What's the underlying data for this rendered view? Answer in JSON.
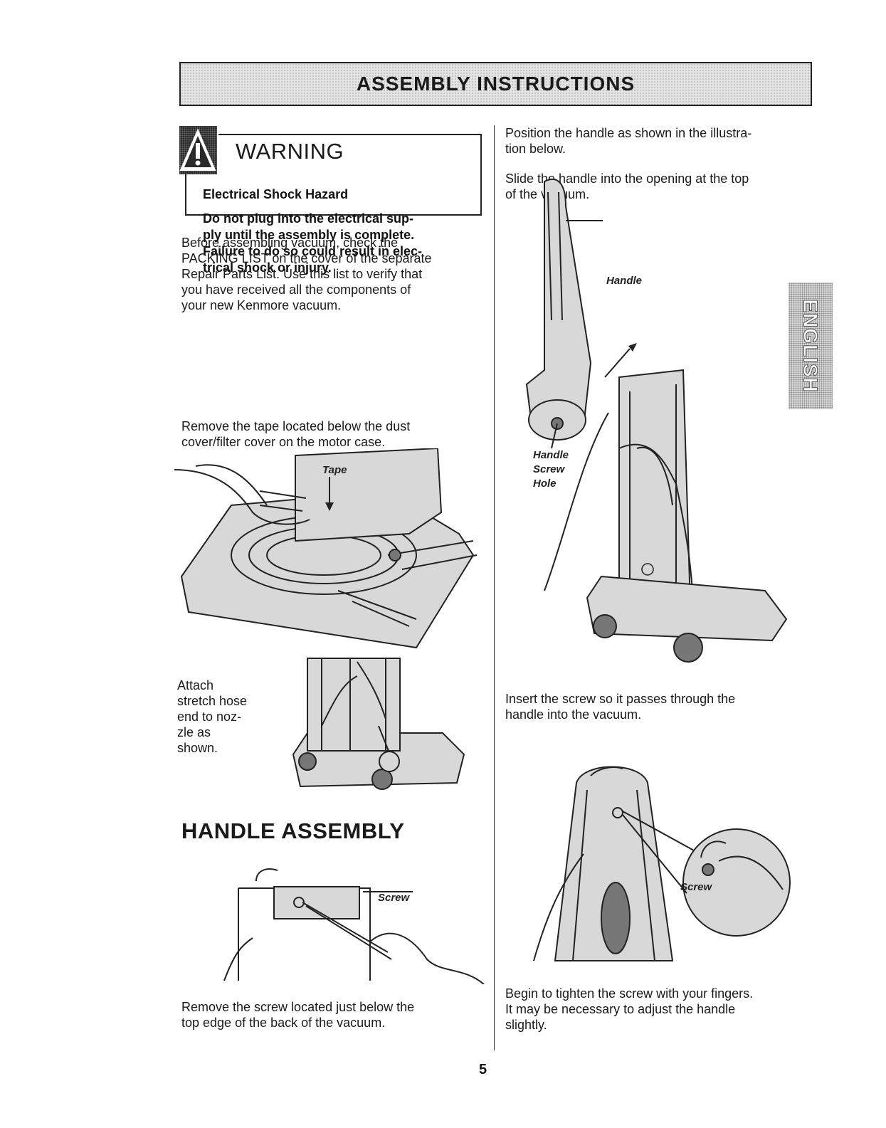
{
  "header": {
    "title": "ASSEMBLY INSTRUCTIONS"
  },
  "warning": {
    "heading": "WARNING",
    "subheading": "Electrical Shock Hazard",
    "lines": [
      "Do not plug into the electrical sup-",
      "ply until the assembly is complete.",
      "Failure to do so could result in elec-",
      "trical shock or injury."
    ]
  },
  "left_column": {
    "para1_lines": [
      "Before assembling vacuum, check the",
      "PACKING LIST on the cover of the separate",
      "Repair Parts List. Use this list to verify that",
      "you have received all the components of",
      "your new Kenmore vacuum."
    ],
    "para2_lines": [
      "Remove the tape located below the dust",
      "cover/filter cover on the motor case."
    ],
    "tape_label": "Tape",
    "hose_lines": [
      "Attach",
      "stretch hose",
      "end to noz-",
      "zle as",
      "shown."
    ],
    "section_heading": "HANDLE ASSEMBLY",
    "screw_label": "Screw",
    "para3_lines": [
      "Remove the screw located just below the",
      "top edge of the back of the vacuum."
    ]
  },
  "right_column": {
    "para1_lines": [
      "Position the handle as shown in the illustra-",
      "tion below."
    ],
    "para2_lines": [
      "Slide the handle into the opening at the top",
      "of the vacuum."
    ],
    "handle_label": "Handle",
    "handle_screw_hole_lines": [
      "Handle",
      "Screw",
      "Hole"
    ],
    "para3_lines": [
      "Insert the screw so it passes through the",
      "handle into the vacuum."
    ],
    "screw_label": "Screw",
    "para4_lines": [
      "Begin to tighten the screw with your fingers.",
      "It may be necessary to adjust the handle",
      "slightly."
    ]
  },
  "side_tab": {
    "label": "ENGLISH"
  },
  "page_number": "5"
}
